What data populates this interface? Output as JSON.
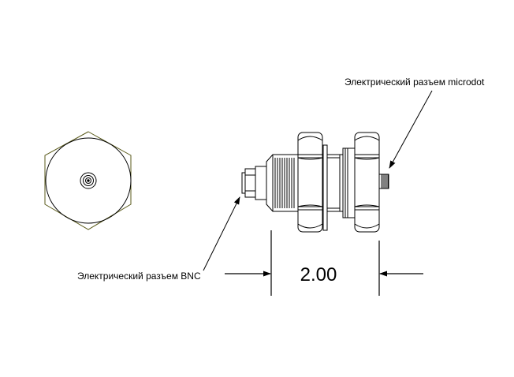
{
  "labels": {
    "microdot": "Электрический разъем microdot",
    "bnc": "Электрический разъем BNC"
  },
  "dimension": {
    "value": "2.00"
  }
}
